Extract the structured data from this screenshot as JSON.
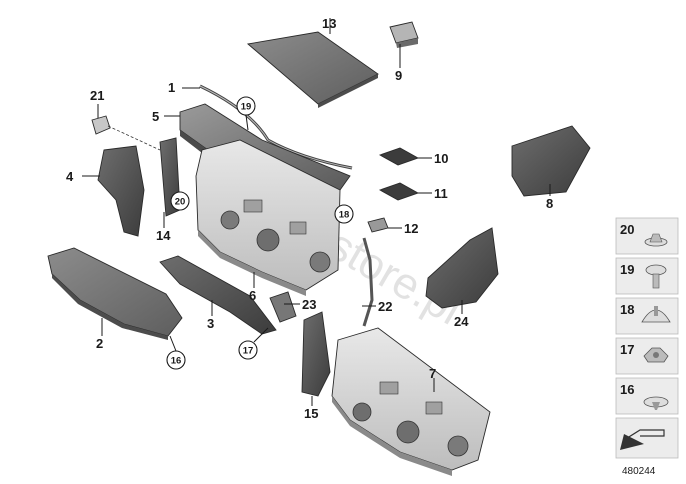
{
  "diagram": {
    "watermark": "BMWstore.pl",
    "diagram_id": "480244",
    "callouts": [
      "1",
      "2",
      "3",
      "4",
      "5",
      "6",
      "7",
      "8",
      "9",
      "10",
      "11",
      "12",
      "13",
      "14",
      "15",
      "16",
      "17",
      "18",
      "19",
      "20",
      "21",
      "22",
      "23",
      "24"
    ],
    "legend_numbers": [
      "20",
      "19",
      "18",
      "17",
      "16"
    ]
  }
}
